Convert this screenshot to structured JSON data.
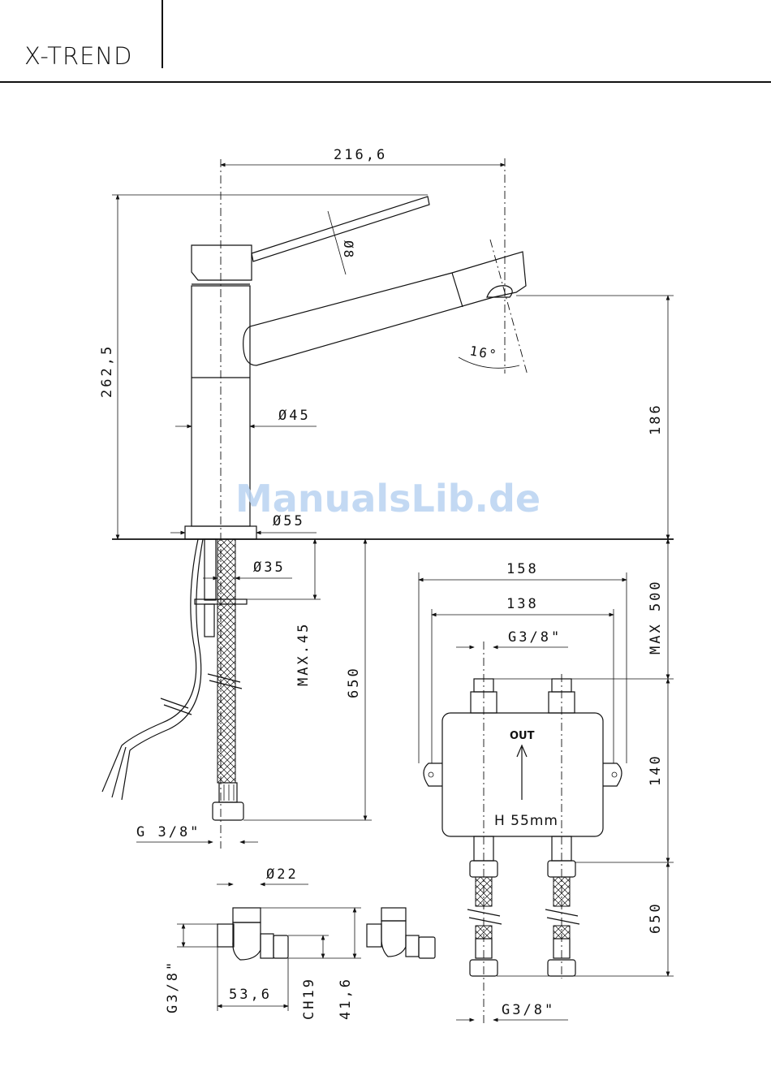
{
  "header": {
    "brand": "X-TREND"
  },
  "watermark": "ManualsLib.de",
  "dimensions": {
    "overall_reach": "216,6",
    "overall_height": "262,5",
    "lever_diameter": "Ø8",
    "spout_angle": "16°",
    "spout_height": "186",
    "body_diameter": "Ø45",
    "base_diameter": "Ø55",
    "shank_diameter": "Ø35",
    "max_deck": "MAX.45",
    "hose_length": "650",
    "hose_thread": "G 3/8\"",
    "box_outer_width": "158",
    "box_inner_width": "138",
    "box_inlet_thread": "G3/8\"",
    "box_max": "MAX 500",
    "box_height": "140",
    "box_hose_length": "650",
    "box_outlet_thread": "G3/8\"",
    "valve_diameter": "Ø22",
    "valve_thread": "G3/8\"",
    "valve_length": "53,6",
    "valve_wrench": "CH19",
    "valve_height": "41,6"
  },
  "labels": {
    "out": "OUT",
    "box_height_note": "H 55mm"
  }
}
